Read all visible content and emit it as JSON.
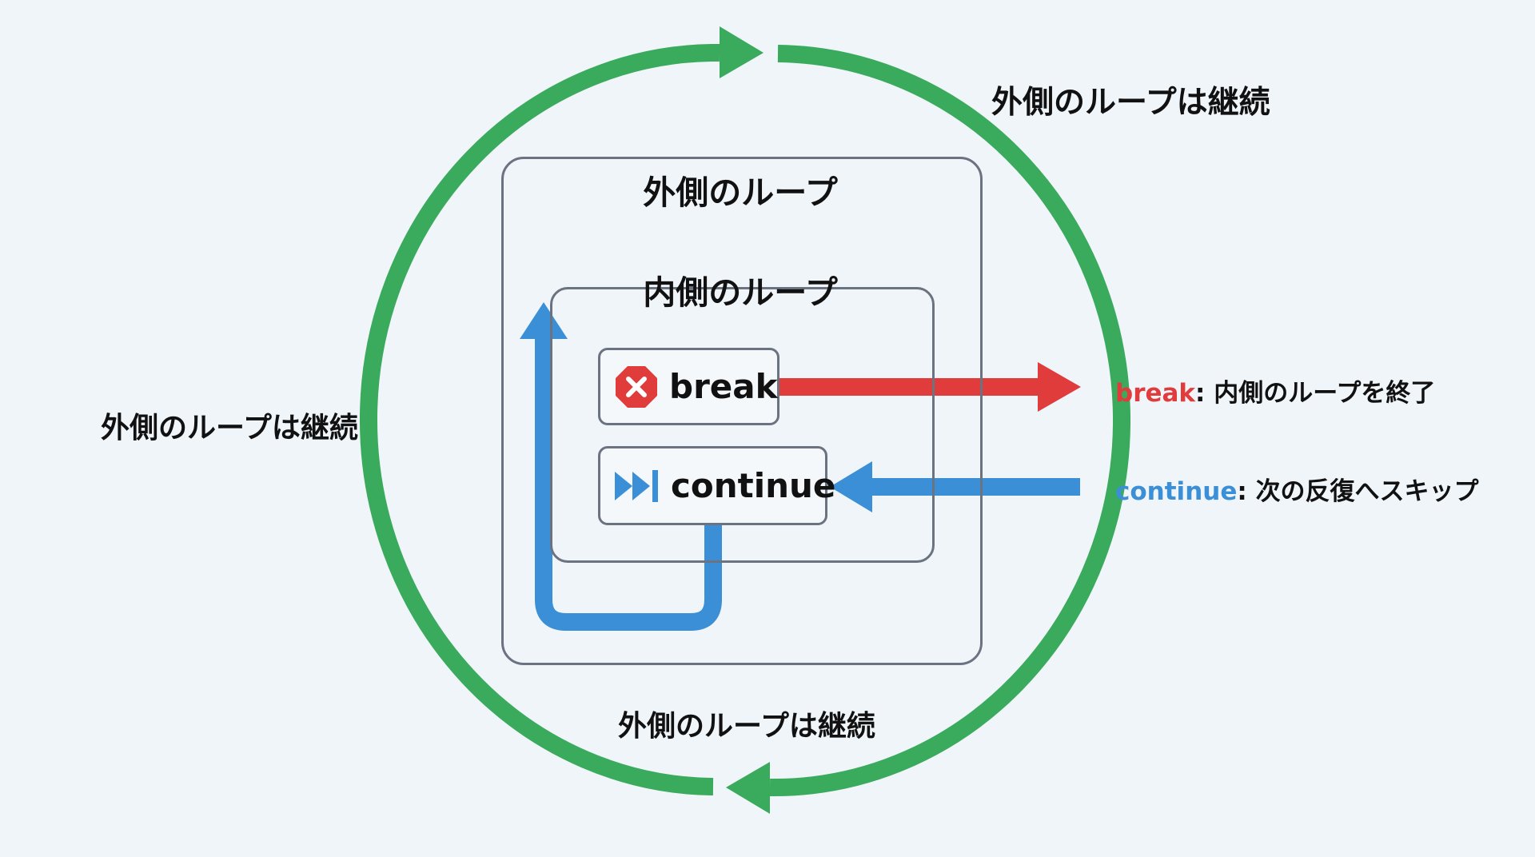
{
  "colors": {
    "background": "#f0f5fa",
    "outer_loop": "#3aaa5c",
    "break": "#e03c3c",
    "continue": "#3a8fd6",
    "box_border": "#6b7280",
    "text": "#111111"
  },
  "outer_loop": {
    "title": "外側のループ",
    "continue_label_top": "外側のループは継続",
    "continue_label_left": "外側のループは継続",
    "continue_label_bottom": "外側のループは継続"
  },
  "inner_loop": {
    "title": "内側のループ"
  },
  "statements": {
    "break": {
      "label": "break",
      "icon": "stop-x-icon"
    },
    "continue": {
      "label": "continue",
      "icon": "skip-forward-icon"
    }
  },
  "legend": {
    "break": {
      "keyword": "break",
      "separator": ": ",
      "description": "内側のループを終了"
    },
    "continue": {
      "keyword": "continue",
      "separator": ": ",
      "description": "次の反復へスキップ"
    }
  }
}
